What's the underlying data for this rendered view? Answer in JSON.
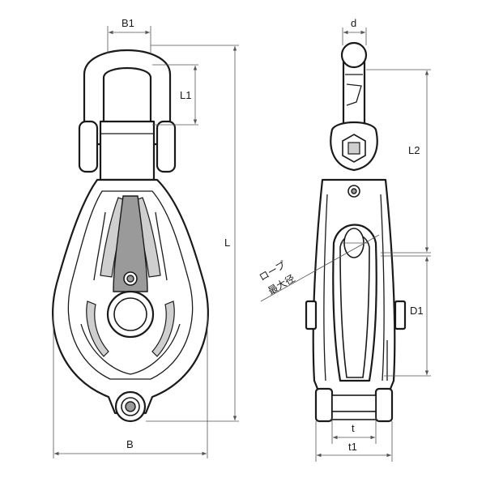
{
  "labels": {
    "b1": "B1",
    "l1": "L1",
    "l": "L",
    "b": "B",
    "d": "d",
    "l2": "L2",
    "d1": "D1",
    "t": "t",
    "t1": "t1",
    "rope_line1": "ロープ",
    "rope_line2": "最大径"
  },
  "colors": {
    "line": "#1a1a1a",
    "dimension": "#555555",
    "shading": "#9a9a9a"
  }
}
